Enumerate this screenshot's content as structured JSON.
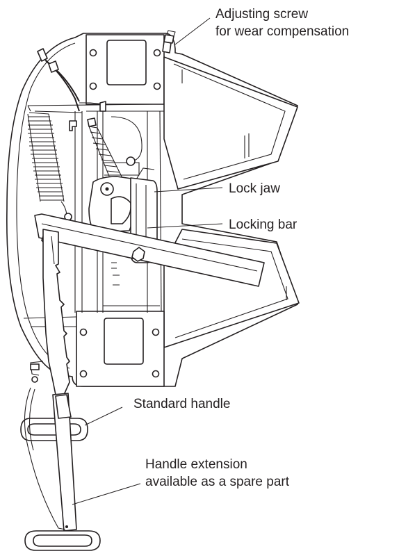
{
  "labels": {
    "adjusting_screw": [
      "Adjusting screw",
      "for wear compensation"
    ],
    "lock_jaw": "Lock jaw",
    "locking_bar": "Locking bar",
    "standard_handle": "Standard handle",
    "handle_extension": [
      "Handle extension",
      "available as a spare part"
    ]
  },
  "colors": {
    "ink": "#231f20",
    "paper": "#ffffff"
  }
}
